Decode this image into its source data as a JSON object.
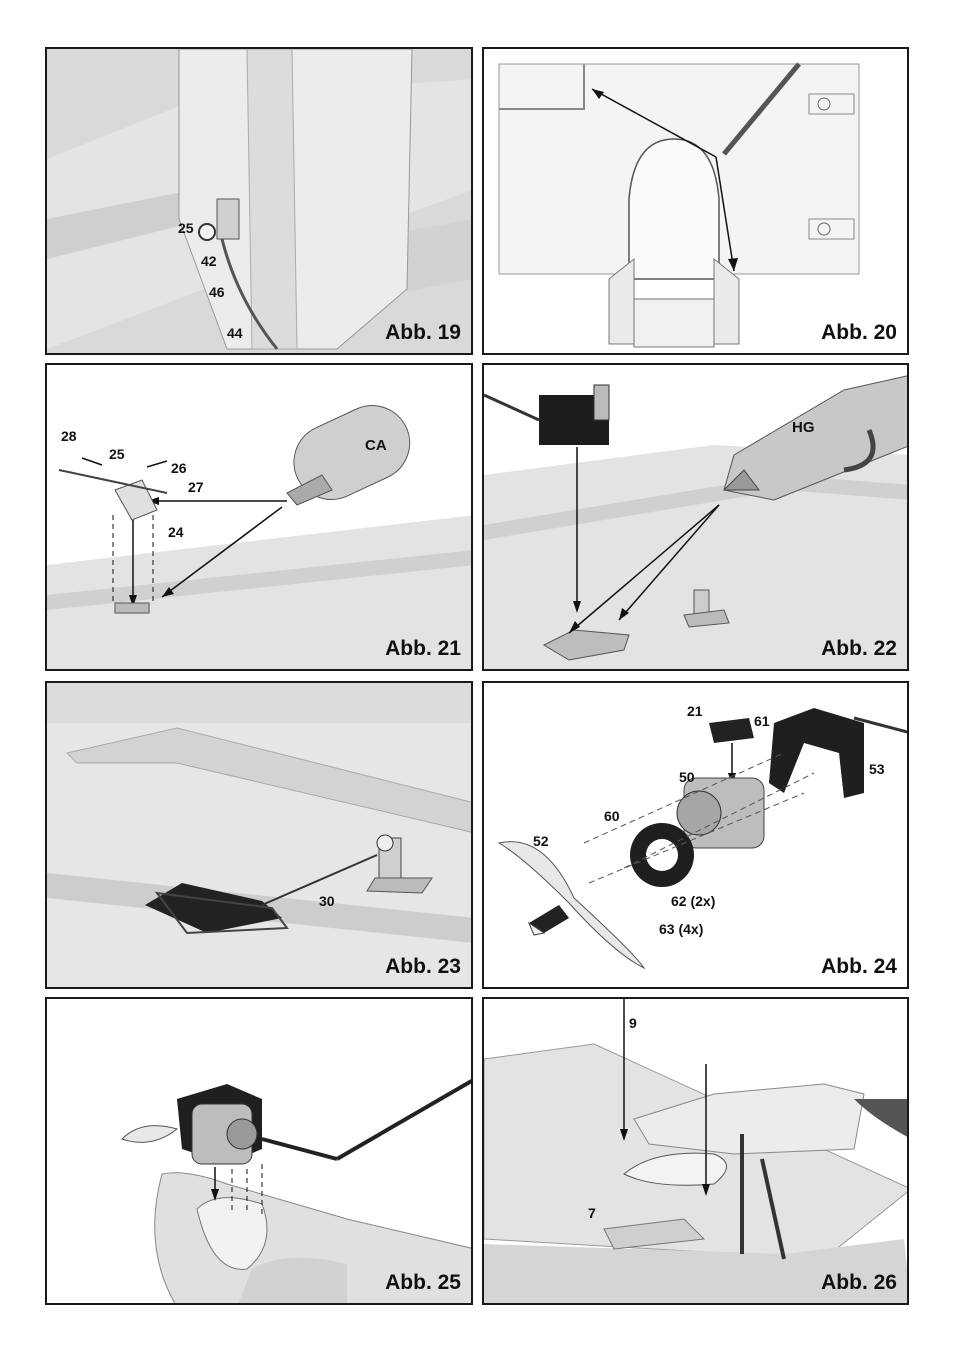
{
  "figures": [
    {
      "caption": "Abb. 19",
      "labels": [
        "25",
        "42",
        "46",
        "44"
      ]
    },
    {
      "caption": "Abb. 20",
      "labels": []
    },
    {
      "caption": "Abb. 21",
      "labels": [
        "28",
        "25",
        "26",
        "27",
        "24",
        "CA"
      ]
    },
    {
      "caption": "Abb. 22",
      "labels": [
        "HG"
      ]
    },
    {
      "caption": "Abb. 23",
      "labels": [
        "30"
      ]
    },
    {
      "caption": "Abb. 24",
      "labels": [
        "21",
        "61",
        "50",
        "53",
        "60",
        "52",
        "62 (2x)",
        "63 (4x)"
      ]
    },
    {
      "caption": "Abb. 25",
      "labels": []
    },
    {
      "caption": "Abb. 26",
      "labels": [
        "9",
        "7"
      ]
    }
  ]
}
